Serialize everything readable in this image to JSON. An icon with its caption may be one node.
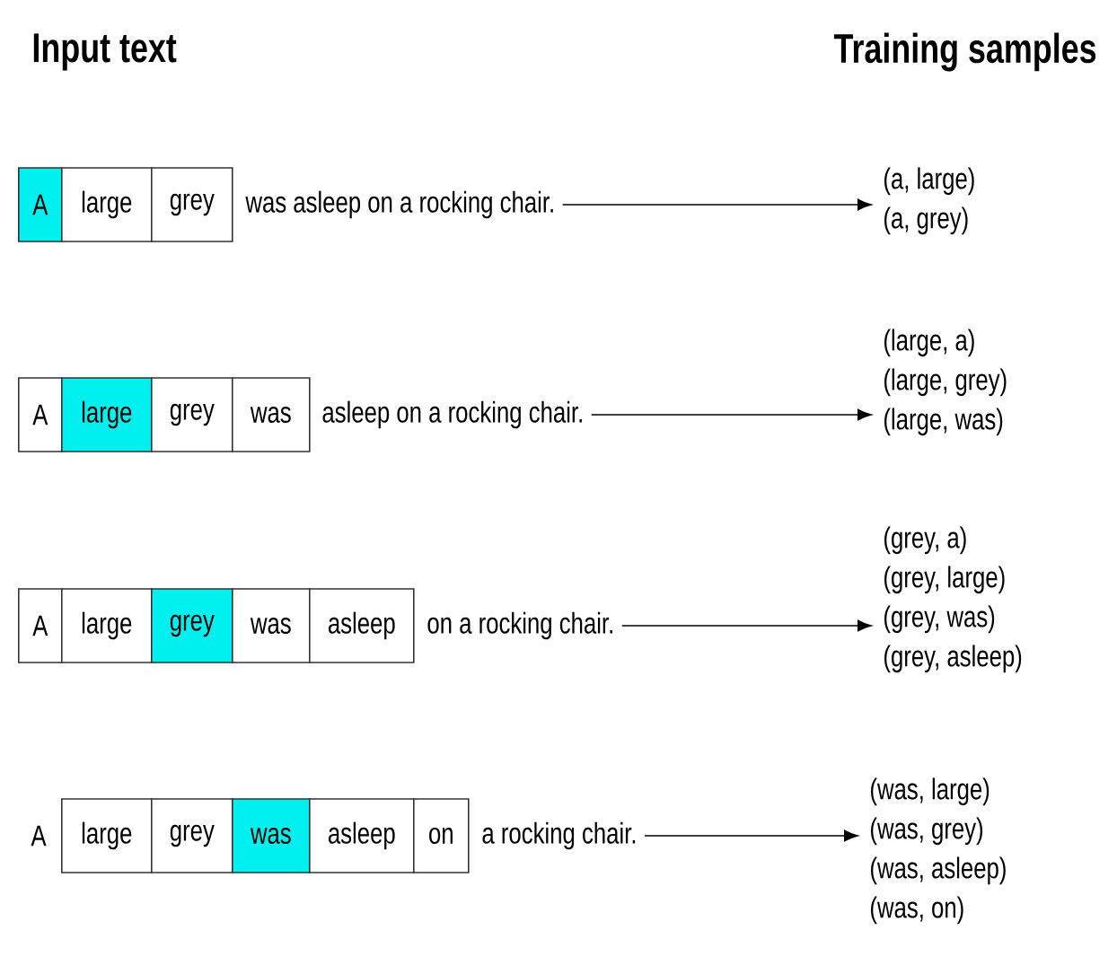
{
  "diagram": {
    "nodes": [
      {
        "text": [
          "A"
        ]
      },
      {
        "text": [
          "large"
        ]
      },
      {
        "text": [
          "grey"
        ]
      },
      {
        "text": [
          "was asleep on a rocking chair."
        ]
      },
      {
        "text": [
          "(a, large)",
          "(a, grey)"
        ]
      },
      {
        "text": [
          "A"
        ]
      },
      {
        "text": [
          "large"
        ]
      },
      {
        "text": [
          "grey"
        ]
      },
      {
        "text": [
          "was"
        ]
      },
      {
        "text": [
          "asleep on a rocking chair."
        ]
      },
      {
        "text": [
          "(large, a)",
          "(large, grey)",
          "(large, was)"
        ]
      },
      {
        "text": [
          "A"
        ]
      },
      {
        "text": [
          "large"
        ]
      },
      {
        "text": [
          "grey"
        ]
      },
      {
        "text": [
          "was"
        ]
      },
      {
        "text": [
          "asleep"
        ]
      },
      {
        "text": [
          "on a rocking chair."
        ]
      },
      {
        "text": [
          "(grey, a)",
          "(grey, large)",
          "(grey, was)",
          "(grey, asleep)"
        ]
      },
      {
        "text": [
          "large"
        ],
        "beside": [
          "A"
        ]
      },
      {
        "text": [
          "grey"
        ]
      },
      {
        "text": [
          "was"
        ]
      },
      {
        "text": [
          "asleep"
        ]
      },
      {
        "text": [
          "on"
        ]
      },
      {
        "text": [
          "a rocking chair."
        ]
      },
      {
        "text": [
          "(was, large)",
          "(was, grey)",
          "(was, asleep)",
          "(was, on)"
        ]
      }
    ],
    "edges": [
      {
        "from": 3,
        "to": 4,
        "arrow": "to"
      },
      {
        "from": 9,
        "to": 10,
        "arrow": "to"
      },
      {
        "from": 16,
        "to": 17,
        "arrow": "to"
      },
      {
        "from": 23,
        "to": 24,
        "arrow": "to"
      }
    ],
    "labels": [
      "Input text",
      "Training samples"
    ]
  }
}
